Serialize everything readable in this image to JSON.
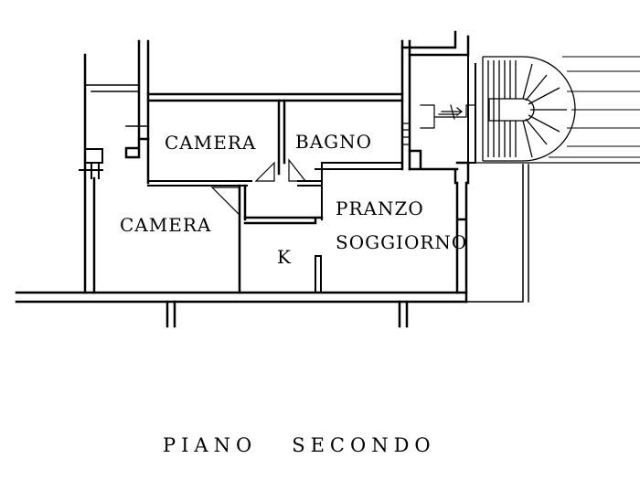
{
  "rooms": {
    "camera_top": "CAMERA",
    "bagno": "BAGNO",
    "camera_left": "CAMERA",
    "pranzo": "PRANZO",
    "soggiorno": "SOGGIORNO",
    "kitchen": "K"
  },
  "caption": "PIANO   SECONDO",
  "colors": {
    "line": "#000000",
    "background": "#ffffff"
  }
}
